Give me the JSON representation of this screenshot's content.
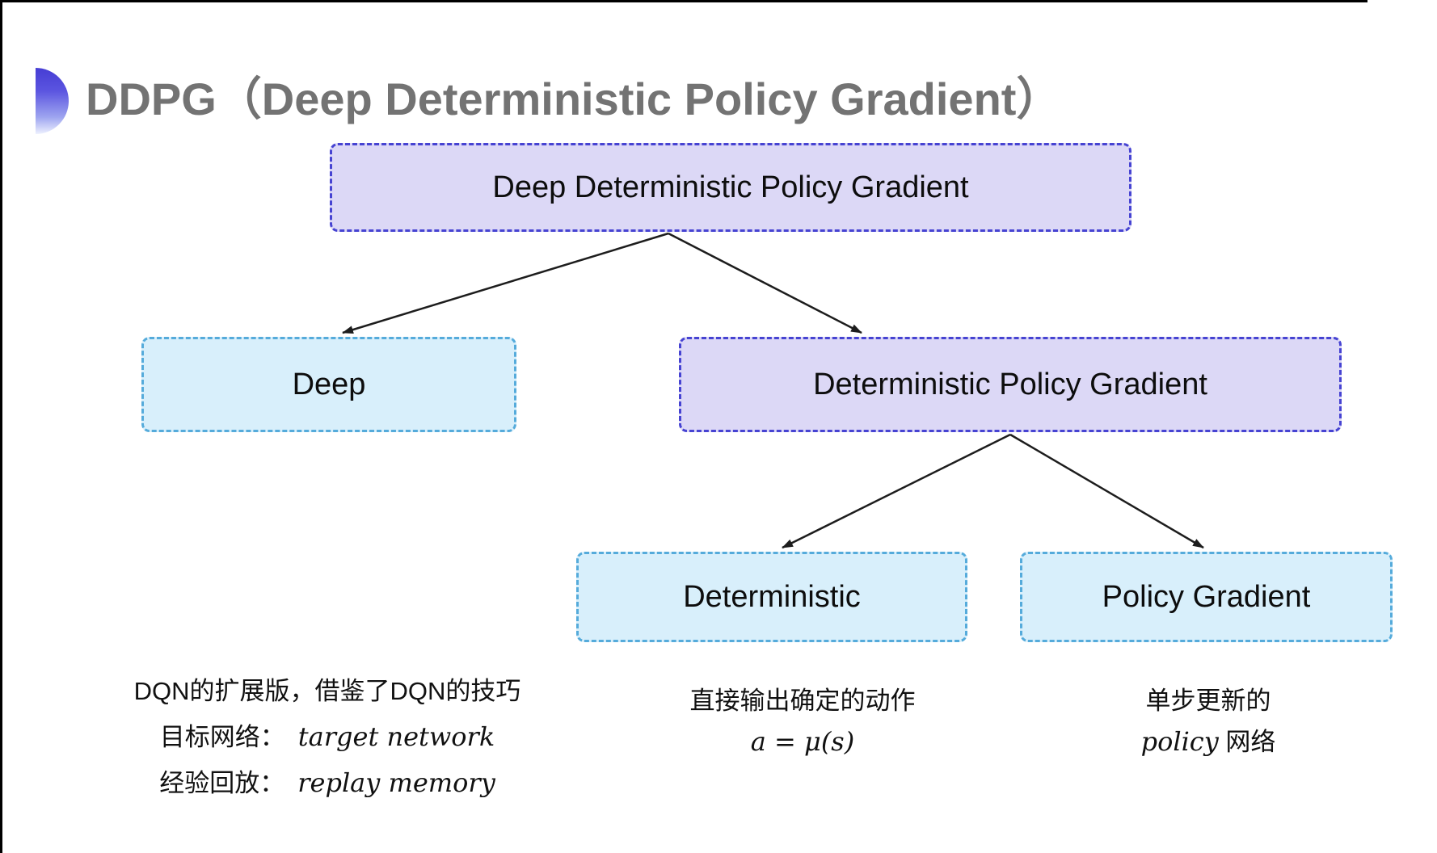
{
  "title": {
    "text": "DDPG（Deep Deterministic Policy Gradient）",
    "color": "#737373",
    "bullet_color_top": "#463dd4",
    "bullet_color_bottom": "#eef1fe"
  },
  "tree": {
    "root": {
      "label": "Deep Deterministic Policy Gradient",
      "fill": "#dcd8f6",
      "border": "#4643d2"
    },
    "deep": {
      "label": "Deep",
      "fill": "#d8effb",
      "border": "#55abdb"
    },
    "dpg": {
      "label": "Deterministic Policy Gradient",
      "fill": "#dcd8f6",
      "border": "#4643d2"
    },
    "det": {
      "label": "Deterministic",
      "fill": "#d8effb",
      "border": "#55abdb"
    },
    "pg": {
      "label": "Policy Gradient",
      "fill": "#d8effb",
      "border": "#55abdb"
    },
    "arrow_color": "#1d1d1d"
  },
  "annotations": {
    "deep": {
      "line1": "DQN的扩展版，借鉴了DQN的技巧",
      "line2_label": "目标网络：",
      "line2_value": "target network",
      "line3_label": "经验回放：",
      "line3_value": "replay memory"
    },
    "det": {
      "line1": "直接输出确定的动作",
      "line2": "a = μ(s)"
    },
    "pg": {
      "line1": "单步更新的",
      "line2_italic": "policy",
      "line2_rest": " 网络"
    }
  }
}
